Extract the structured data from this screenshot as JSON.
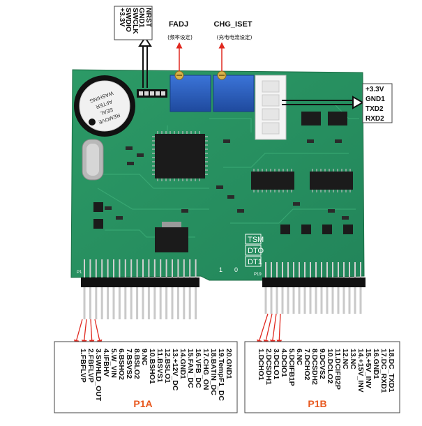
{
  "top_connector": {
    "pins": [
      "NRST",
      "GND1",
      "SWCLK",
      "SWDIO",
      "+3.3V"
    ]
  },
  "pot_labels": {
    "fadj": {
      "title": "FADJ",
      "subtitle": "(频率设定)"
    },
    "chg_iset": {
      "title": "CHG_ISET",
      "subtitle": "(充电电流设定)"
    }
  },
  "right_connector": {
    "pins": [
      "+3.3V",
      "GND1",
      "TXD2",
      "RXD2"
    ]
  },
  "board": {
    "buzzer_text": [
      "REMOVE",
      "SEAL",
      "AFTER",
      "WASHING"
    ],
    "silkscreen": [
      "TSM",
      "DTO",
      "DT1",
      "P19",
      "P1"
    ],
    "pin_markers": [
      "1",
      "0"
    ]
  },
  "p1a": {
    "title": "P1A",
    "pins": [
      "1.FBFLVP",
      "2.FBFLVP",
      "3.SWHLD_OUT",
      "4.IFBHV",
      "5.W_VIN",
      "6.BSHO2",
      "7.BSVS2",
      "8.BSLO2",
      "9.NC",
      "10.BSHO1",
      "11.BSVS1",
      "12.BSLO1",
      "13.+12V_DC",
      "14.GND1",
      "15.FAN_DC",
      "16.VFB_DC",
      "17.CHG_ON",
      "18.BATIN_DC",
      "19.TempF1_DC",
      "20.GND1"
    ]
  },
  "p1b": {
    "title": "P1B",
    "pins": [
      "1.DCHO1",
      "2.DCSDH1",
      "3.DCLO1",
      "4.DCIO1",
      "5.DCIFB1P",
      "6.NC",
      "7.DCHO2",
      "8.DCSDH2",
      "9.DCVS2",
      "10.DCLO2",
      "11.DCIFB2P",
      "12.NC",
      "13.NC",
      "14.+15V_INV",
      "15.+5V_INV",
      "16.GND1",
      "17.DC_RXD1",
      "18.DC_TXD1"
    ]
  },
  "colors": {
    "pcb": "#27925f",
    "pcb_dark": "#1d7a4d",
    "arrow_red": "#e0281f",
    "title_red": "#e8581e",
    "pot_blue": "#2a5fc0"
  }
}
